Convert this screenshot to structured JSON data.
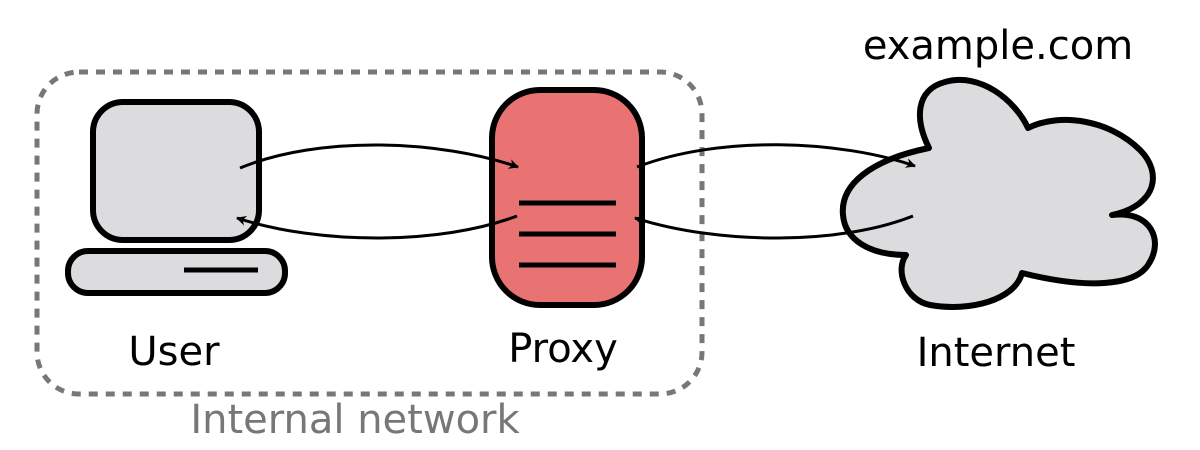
{
  "diagram": {
    "nodes": {
      "user": {
        "label": "User",
        "icon": "computer-icon",
        "fill": "#dcdcde"
      },
      "proxy": {
        "label": "Proxy",
        "icon": "server-icon",
        "fill": "#e97373"
      },
      "internet": {
        "label": "Internet",
        "icon": "cloud-icon",
        "fill": "#dcdcde"
      }
    },
    "internet_host": "example.com",
    "group": {
      "label": "Internal network",
      "color": "#777777"
    },
    "edges": [
      {
        "from": "user",
        "to": "proxy"
      },
      {
        "from": "proxy",
        "to": "user"
      },
      {
        "from": "proxy",
        "to": "internet"
      },
      {
        "from": "internet",
        "to": "proxy"
      }
    ]
  }
}
